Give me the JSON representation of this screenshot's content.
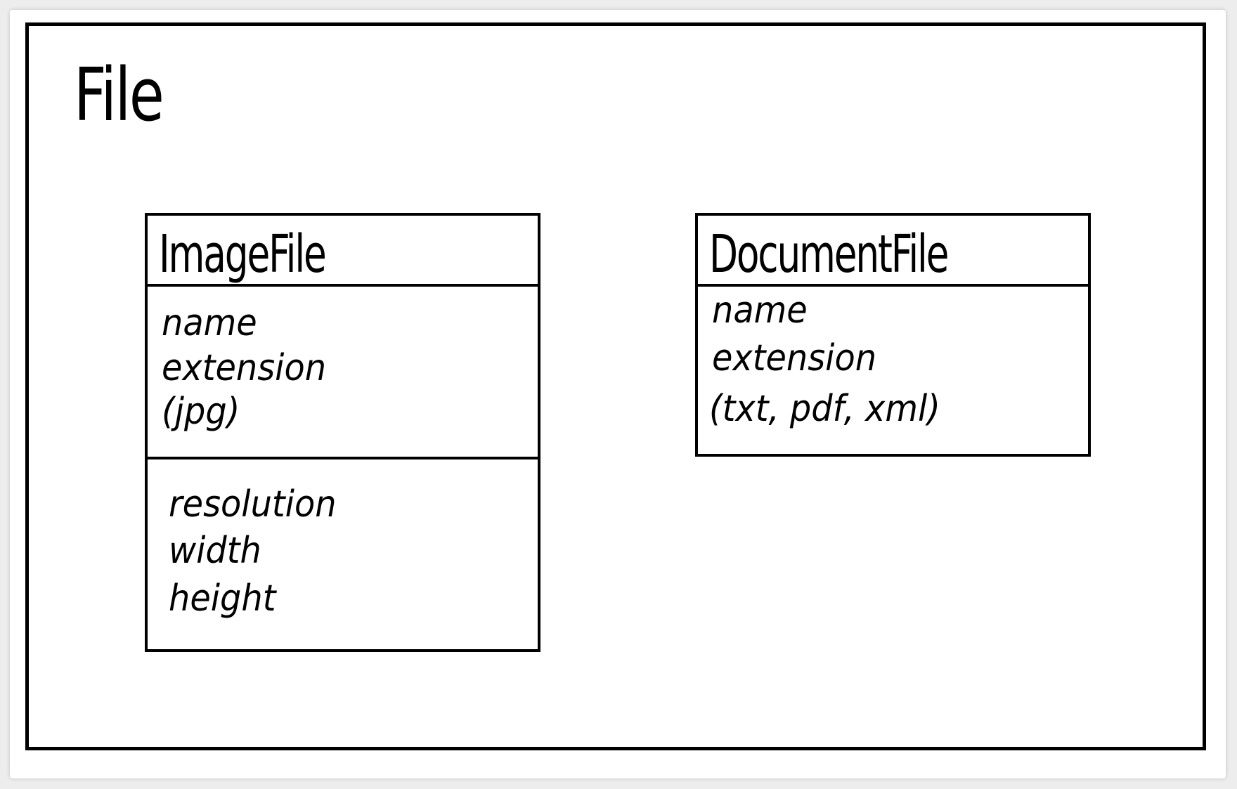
{
  "diagram": {
    "package": {
      "title": "File"
    },
    "classes": [
      {
        "name": "ImageFile",
        "attributes": [
          "name",
          "extension",
          "(jpg)"
        ],
        "extra_attributes": [
          "resolution",
          "width",
          "height"
        ]
      },
      {
        "name": "DocumentFile",
        "attributes": [
          "name",
          "extension",
          "(txt, pdf, xml)"
        ]
      }
    ]
  }
}
